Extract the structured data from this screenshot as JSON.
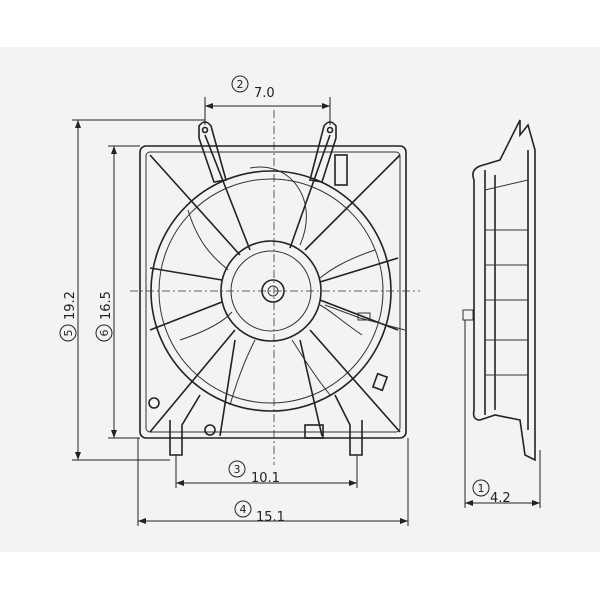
{
  "dimensions": [
    {
      "id": "1",
      "value": "4.2"
    },
    {
      "id": "2",
      "value": "7.0"
    },
    {
      "id": "3",
      "value": "10.1"
    },
    {
      "id": "4",
      "value": "15.1"
    },
    {
      "id": "5",
      "value": "19.2"
    },
    {
      "id": "6",
      "value": "16.5"
    }
  ],
  "colors": {
    "background": "#f3f3f3",
    "line": "#222222"
  }
}
